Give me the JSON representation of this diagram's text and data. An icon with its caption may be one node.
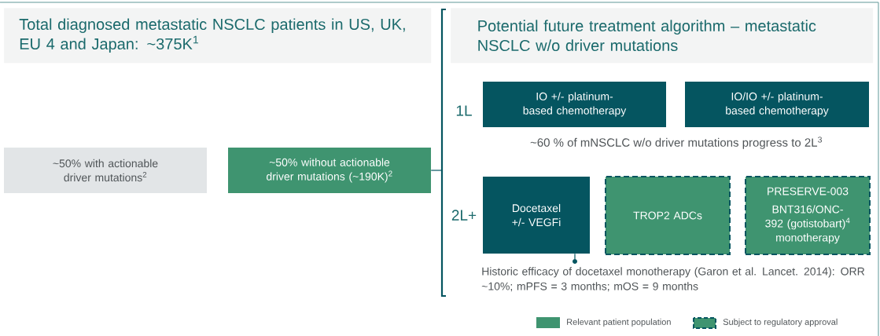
{
  "diagram": {
    "nodes": [
      {
        "text": [
          "Total diagnosed metastatic NSCLC patients in US, UK, EU 4 and Japan: ~375K$^{1}$"
        ]
      },
      {
        "text": [
          "Potential future treatment algorithm – metastatic NSCLC w/o driver mutations"
        ]
      },
      {
        "text": [
          "~50% with actionable driver mutations$^{2}$"
        ]
      },
      {
        "text": [
          "~50% without actionable driver mutations (~190K)$^{2}$"
        ]
      },
      {
        "text": [
          "IO +/- platinum-based chemotherapy"
        ]
      },
      {
        "text": [
          "IO/IO +/- platinum-based chemotherapy"
        ]
      },
      {
        "text": [
          "Docetaxel +/- VEGFi"
        ]
      },
      {
        "text": [
          "TROP2 ADCs"
        ]
      },
      {
        "text": [
          "PRESERVE-003",
          "BNT316/ONC-392 (gotistobart)$^{4}$ monotherapy"
        ]
      },
      {
        "text": [
          "Historic efficacy of docetaxel monotherapy (Garon et al. Lancet. 2014): ORR ~10%; mPFS = 3 months; mOS = 9 months"
        ]
      },
      {
        "text": [],
        "shape": "bar"
      },
      {
        "text": [],
        "shape": "circle"
      }
    ],
    "edges": [
      {
        "from": 6,
        "to": 11,
        "arrow": "none"
      },
      {
        "from": 3,
        "to": 10,
        "arrow": "none"
      }
    ],
    "labels": [
      "1L",
      "~60 % of mNSCLC w/o driver mutations progress to 2L$^{3}$",
      "2L+"
    ],
    "legend": [
      {
        "text": "Relevant patient population",
        "color": "#3f9470"
      },
      {
        "text": "Subject to regulatory approval"
      }
    ]
  }
}
